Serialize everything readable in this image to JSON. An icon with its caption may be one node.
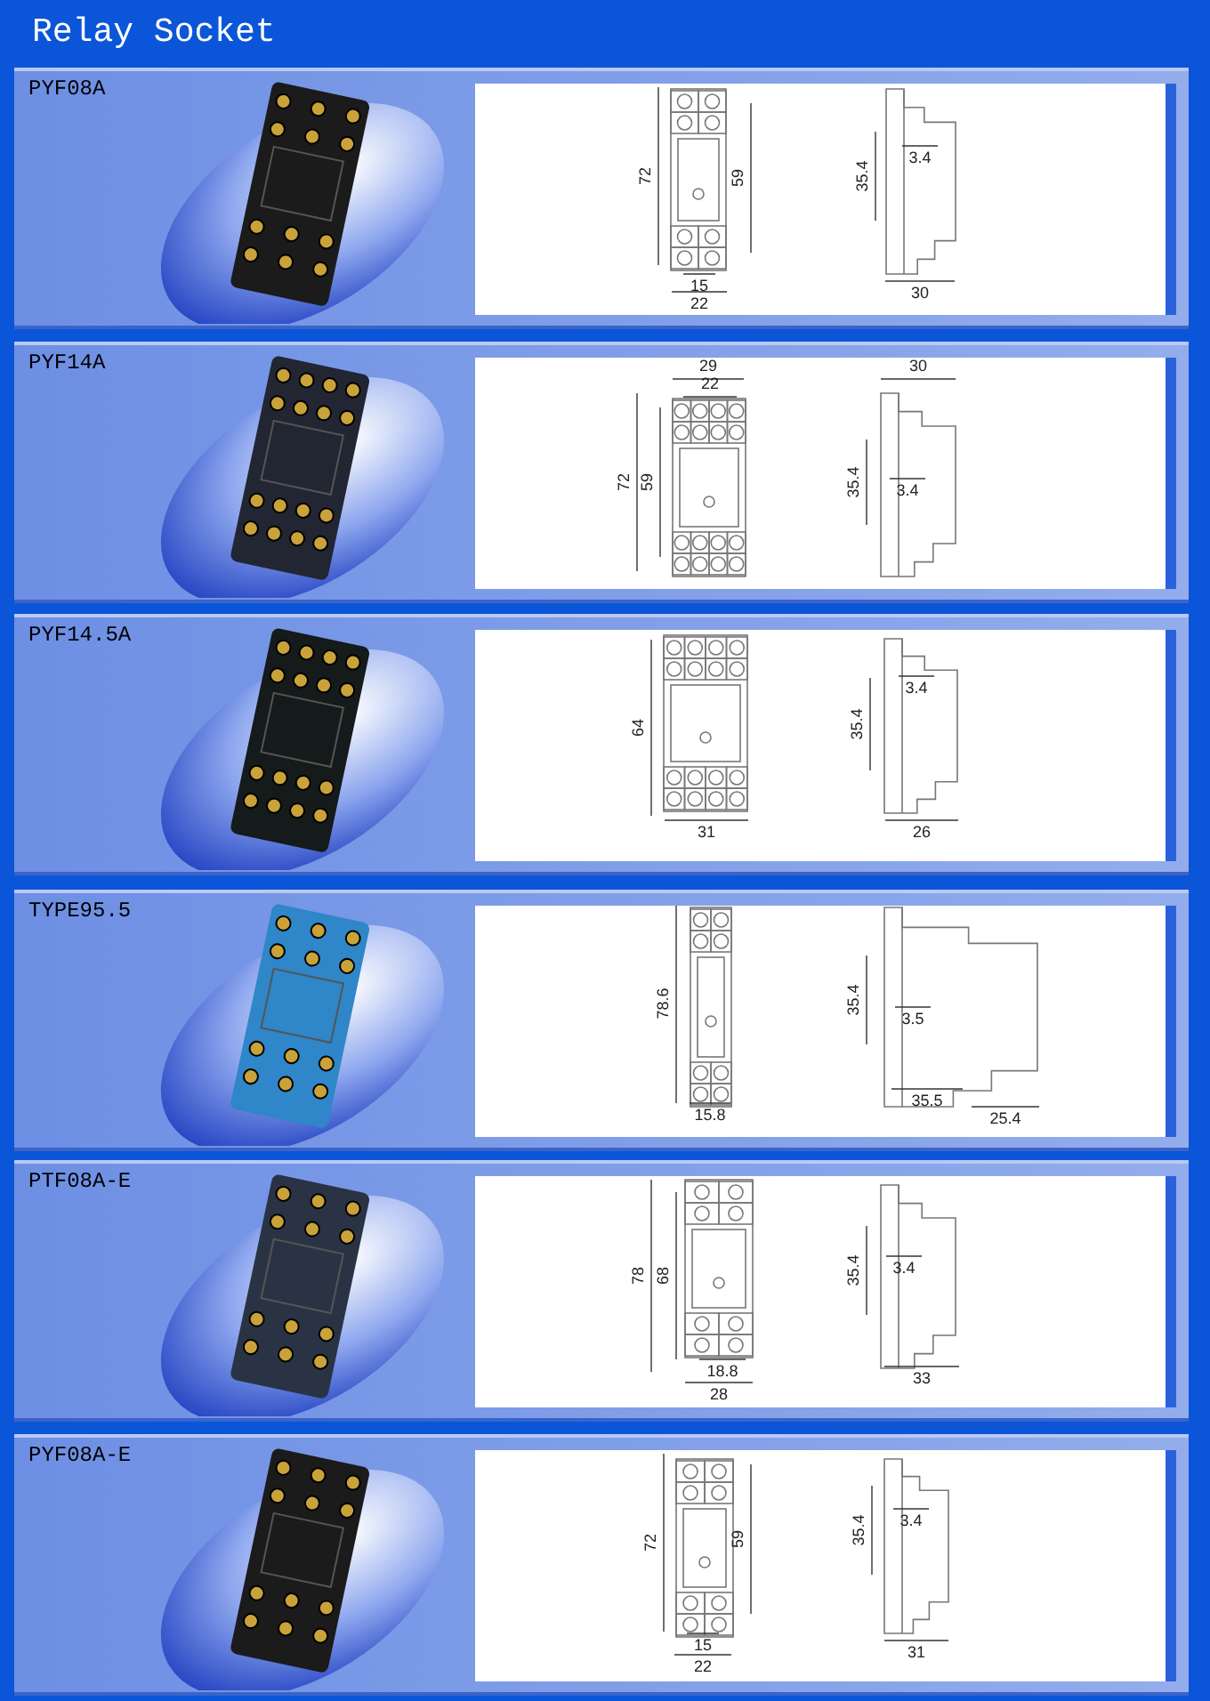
{
  "diagram": {
    "title": "Relay Socket",
    "nodes": [
      {
        "text": [
          "PYF08A"
        ]
      },
      {
        "text": [
          "PYF14A"
        ]
      },
      {
        "text": [
          "PYF14.5A"
        ]
      },
      {
        "text": [
          "TYPE95.5"
        ]
      },
      {
        "text": [
          "PTF08A-E"
        ]
      },
      {
        "text": [
          "PYF08A-E"
        ]
      }
    ],
    "labels": [
      "72",
      "59",
      "15",
      "22",
      "35.4",
      "3.4",
      "30",
      "29",
      "22",
      "72",
      "59",
      "30",
      "35.4",
      "3.4",
      "64",
      "31",
      "35.4",
      "3.4",
      "26",
      "78.6",
      "15.8",
      "35.4",
      "3.5",
      "35.5",
      "25.4",
      "78",
      "68",
      "18.8",
      "28",
      "35.4",
      "3.4",
      "33",
      "72",
      "59",
      "15",
      "22",
      "35.4",
      "3.4",
      "31"
    ]
  }
}
